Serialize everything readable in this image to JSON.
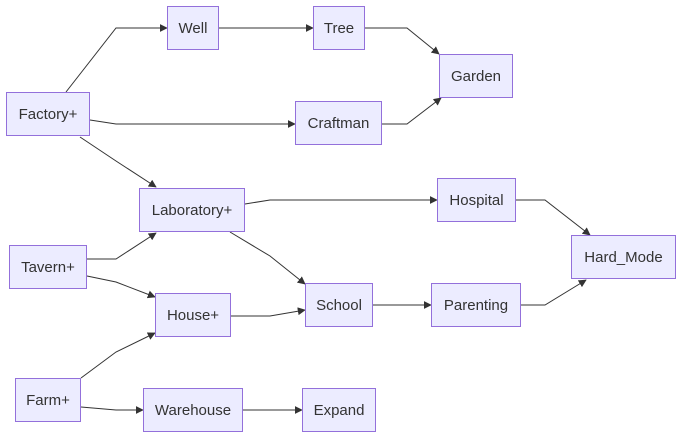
{
  "colors": {
    "node_fill": "#ECECFF",
    "node_border": "#9370DB",
    "edge": "#333333",
    "text": "#333333"
  },
  "nodes": [
    {
      "id": "factory",
      "label": "Factory+"
    },
    {
      "id": "well",
      "label": "Well"
    },
    {
      "id": "tree",
      "label": "Tree"
    },
    {
      "id": "garden",
      "label": "Garden"
    },
    {
      "id": "craftman",
      "label": "Craftman"
    },
    {
      "id": "laboratory",
      "label": "Laboratory+"
    },
    {
      "id": "hospital",
      "label": "Hospital"
    },
    {
      "id": "hard-mode",
      "label": "Hard_Mode"
    },
    {
      "id": "tavern",
      "label": "Tavern+"
    },
    {
      "id": "house",
      "label": "House+"
    },
    {
      "id": "school",
      "label": "School"
    },
    {
      "id": "parenting",
      "label": "Parenting"
    },
    {
      "id": "farm",
      "label": "Farm+"
    },
    {
      "id": "warehouse",
      "label": "Warehouse"
    },
    {
      "id": "expand",
      "label": "Expand"
    }
  ],
  "edges": [
    {
      "from": "factory",
      "to": "well"
    },
    {
      "from": "factory",
      "to": "craftman"
    },
    {
      "from": "factory",
      "to": "laboratory"
    },
    {
      "from": "well",
      "to": "tree"
    },
    {
      "from": "tree",
      "to": "garden"
    },
    {
      "from": "craftman",
      "to": "garden"
    },
    {
      "from": "laboratory",
      "to": "hospital"
    },
    {
      "from": "laboratory",
      "to": "school"
    },
    {
      "from": "tavern",
      "to": "laboratory"
    },
    {
      "from": "tavern",
      "to": "house"
    },
    {
      "from": "farm",
      "to": "house"
    },
    {
      "from": "farm",
      "to": "warehouse"
    },
    {
      "from": "house",
      "to": "school"
    },
    {
      "from": "school",
      "to": "parenting"
    },
    {
      "from": "hospital",
      "to": "hard-mode"
    },
    {
      "from": "parenting",
      "to": "hard-mode"
    },
    {
      "from": "warehouse",
      "to": "expand"
    }
  ]
}
